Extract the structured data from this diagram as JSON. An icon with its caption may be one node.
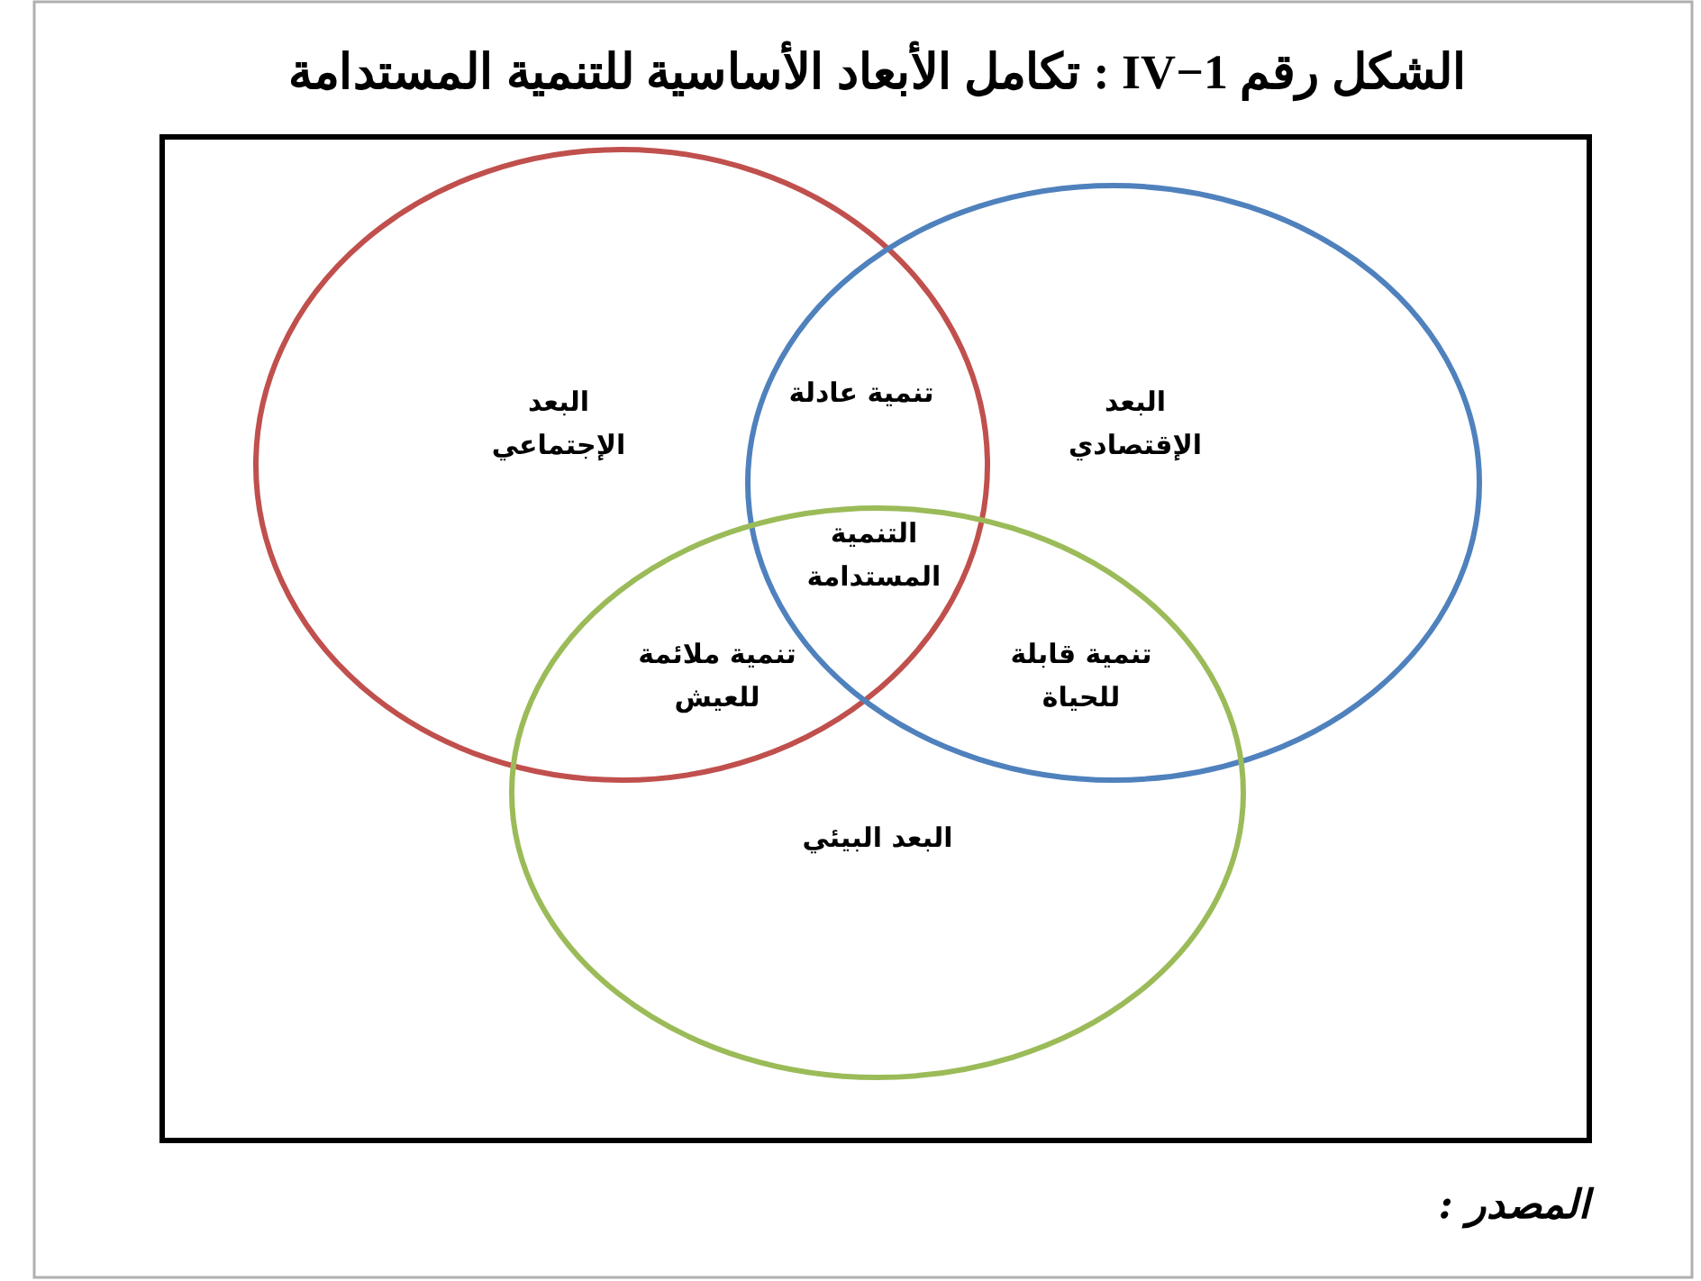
{
  "diagram": {
    "title": "الشكل رقم 1−IV : تكامل الأبعاد الأساسية للتنمية المستدامة",
    "nodes": [
      {
        "text": [
          "البعد الإجتماعي"
        ]
      },
      {
        "text": [
          "البعد الإقتصادي"
        ]
      },
      {
        "text": [
          "البعد البيئي"
        ]
      }
    ],
    "labels": [
      "تنمية عادلة",
      "التنمية المستدامة",
      "تنمية ملائمة للعيش",
      "تنمية قابلة للحياة"
    ],
    "caption": "المصدر :"
  }
}
